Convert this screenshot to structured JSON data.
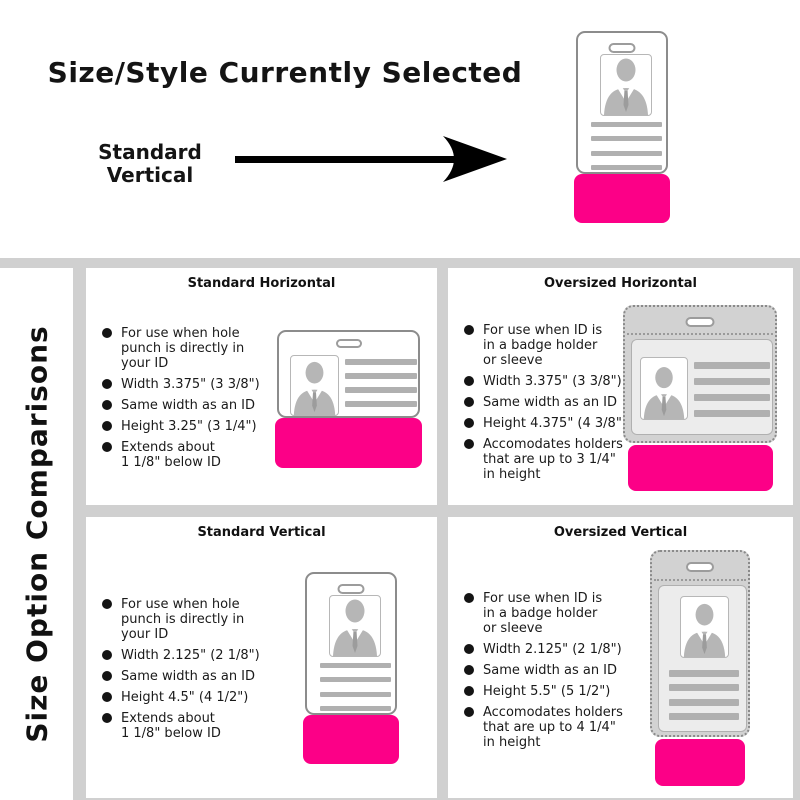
{
  "top": {
    "title": "Size/Style Currently Selected",
    "selected_style": "Standard\nVertical"
  },
  "sidebar": {
    "title": "Size Option Comparisons"
  },
  "comparison": {
    "quadrants": [
      {
        "id": "standard-horizontal",
        "title": "Standard Horizontal",
        "bullets": [
          "For use when hole\npunch is directly in\nyour ID",
          "Width 3.375\" (3 3/8\")",
          "Same width as an ID",
          "Height 3.25\" (3 1/4\")",
          "Extends about\n1 1/8\" below ID"
        ]
      },
      {
        "id": "oversized-horizontal",
        "title": "Oversized Horizontal",
        "bullets": [
          "For use when ID is\nin a badge holder\nor sleeve",
          "Width 3.375\" (3 3/8\")",
          "Same width as an ID",
          "Height 4.375\" (4 3/8\")",
          "Accomodates holders\nthat are up to 3 1/4\"\nin height"
        ]
      },
      {
        "id": "standard-vertical",
        "title": "Standard Vertical",
        "bullets": [
          "For use when hole\npunch is directly in\nyour ID",
          "Width 2.125\" (2 1/8\")",
          "Same width as an ID",
          "Height 4.5\" (4 1/2\")",
          "Extends about\n1 1/8\" below ID"
        ]
      },
      {
        "id": "oversized-vertical",
        "title": "Oversized Vertical",
        "bullets": [
          "For use when ID is\nin a badge holder\nor sleeve",
          "Width 2.125\" (2 1/8\")",
          "Same width as an ID",
          "Height 5.5\" (5 1/2\")",
          "Accomodates holders\nthat are up to 4 1/4\"\nin height"
        ]
      }
    ]
  },
  "colors": {
    "accent_pink": "#fc0087",
    "section_gray": "#d0d0d0"
  }
}
